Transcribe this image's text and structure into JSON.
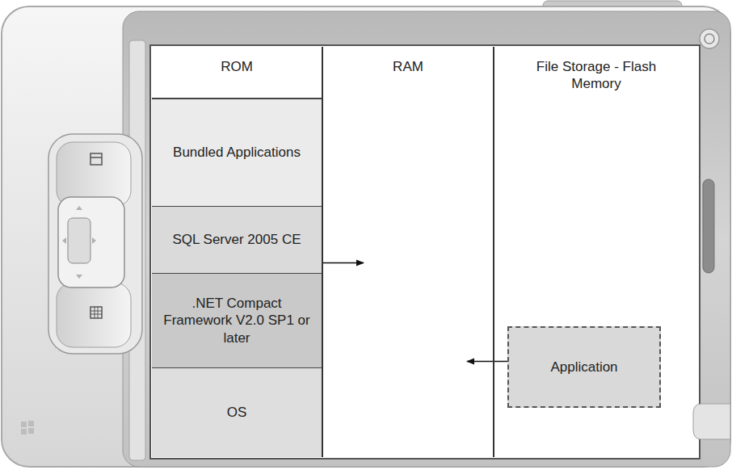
{
  "diagram": {
    "nodes": [
      {
        "text": [
          "ROM"
        ]
      },
      {
        "text": [
          "Bundled Applications"
        ],
        "in": 0
      },
      {
        "text": [
          "SQL Server 2005 CE"
        ],
        "in": 0
      },
      {
        "text": [
          ".NET Compact Framework V2.0 SP1 or later"
        ],
        "in": 0
      },
      {
        "text": [
          "OS"
        ],
        "in": 0
      },
      {
        "text": [
          "RAM"
        ]
      },
      {
        "text": [
          "File Storage - Flash Memory"
        ]
      },
      {
        "text": [
          "Application"
        ],
        "in": 6
      }
    ],
    "edges": [
      {
        "from": 2,
        "to": 5,
        "arrow": "to"
      },
      {
        "from": 7,
        "to": 5,
        "arrow": "to"
      }
    ]
  }
}
